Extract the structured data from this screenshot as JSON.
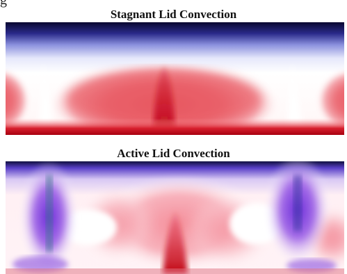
{
  "figure": {
    "fragment_text": "g",
    "panels": [
      {
        "title": "Stagnant Lid Convection"
      },
      {
        "title": "Active Lid Convection"
      }
    ]
  },
  "colors": {
    "hot": "#d01020",
    "warm": "#ee5a64",
    "neutral": "#ffffff",
    "cool": "#8890e0",
    "cold": "#1c1a60",
    "plume": "#6a2cd8"
  }
}
